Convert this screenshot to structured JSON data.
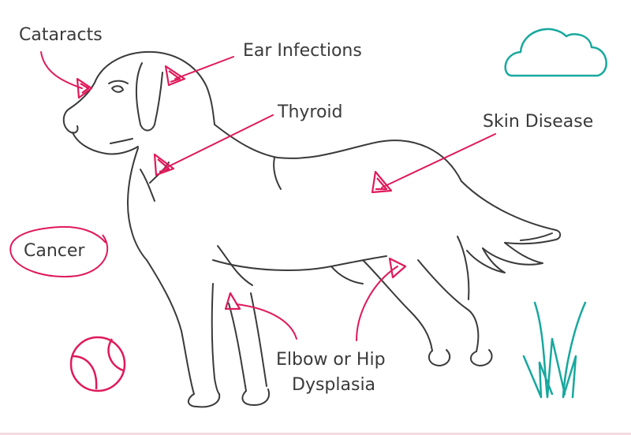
{
  "labels": {
    "cataracts": "Cataracts",
    "ear_infections": "Ear Infections",
    "thyroid": "Thyroid",
    "skin_disease": "Skin Disease",
    "cancer": "Cancer",
    "elbow_hip_line1": "Elbow or Hip",
    "elbow_hip_line2": "Dysplasia"
  },
  "icons": {
    "dog": "dog-outline-icon",
    "cloud": "cloud-icon",
    "grass": "grass-icon",
    "ball": "tennis-ball-icon"
  },
  "colors": {
    "accent": "#e0195a",
    "outline": "#3a3a3a",
    "teal": "#17a89e",
    "text": "#3a3a3a"
  }
}
